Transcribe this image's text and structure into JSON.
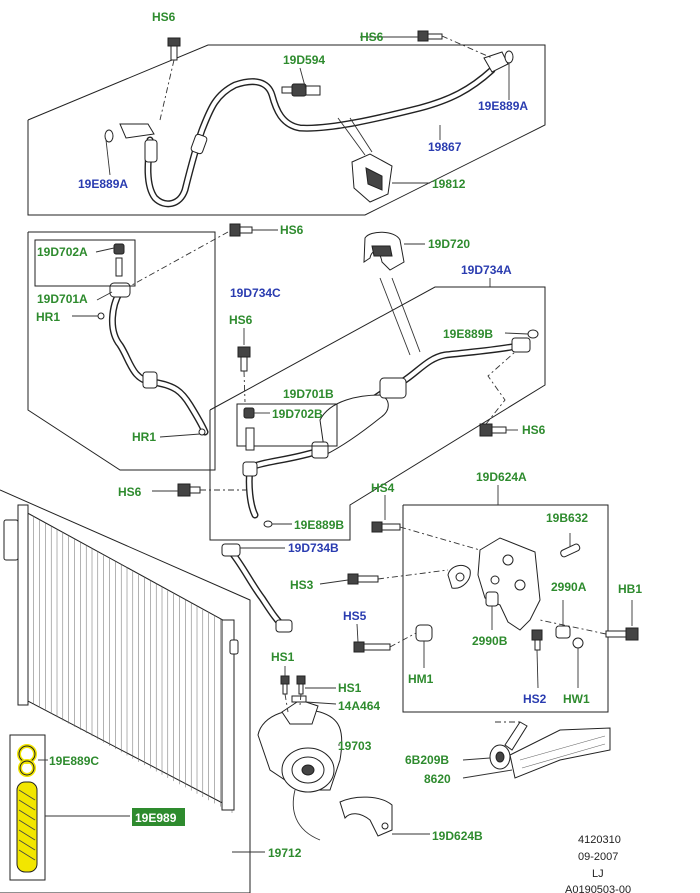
{
  "labels": {
    "hs6_top": "HS6",
    "hs6_top_right": "HS6",
    "l_19d594": "19D594",
    "l_19e889a_right": "19E889A",
    "l_19e889a_left": "19E889A",
    "l_19867": "19867",
    "l_19812": "19812",
    "hs6_mid": "HS6",
    "l_19d720": "19D720",
    "l_19d702a": "19D702A",
    "l_19d701a": "19D701A",
    "hr1_top": "HR1",
    "l_19d734c": "19D734C",
    "hs6_small": "HS6",
    "l_19d734a": "19D734A",
    "l_19e889b_top": "19E889B",
    "l_19d701b": "19D701B",
    "l_19d702b": "19D702B",
    "hr1_bottom": "HR1",
    "hs6_right": "HS6",
    "hs6_left": "HS6",
    "l_19e889b_bottom": "19E889B",
    "hs4": "HS4",
    "l_19d624a": "19D624A",
    "l_19b632": "19B632",
    "l_19d734b": "19D734B",
    "hs3": "HS3",
    "l_2990a": "2990A",
    "hb1": "HB1",
    "hs5": "HS5",
    "l_2990b": "2990B",
    "hm1": "HM1",
    "hs2": "HS2",
    "hw1": "HW1",
    "hs1_left": "HS1",
    "hs1_right": "HS1",
    "l_14a464": "14A464",
    "l_19703": "19703",
    "l_19e889c": "19E889C",
    "l_19e989": "19E989",
    "l_6b209b": "6B209B",
    "l_8620": "8620",
    "l_19d624b": "19D624B",
    "l_19712": "19712"
  },
  "footer": {
    "code": "4120310",
    "date": "09-2007",
    "initials": "LJ",
    "ref": "A0190503-00"
  },
  "colors": {
    "ford_part": "#2e8b2e",
    "alt_part": "#2a3cb0",
    "highlight": "#f2e600"
  }
}
